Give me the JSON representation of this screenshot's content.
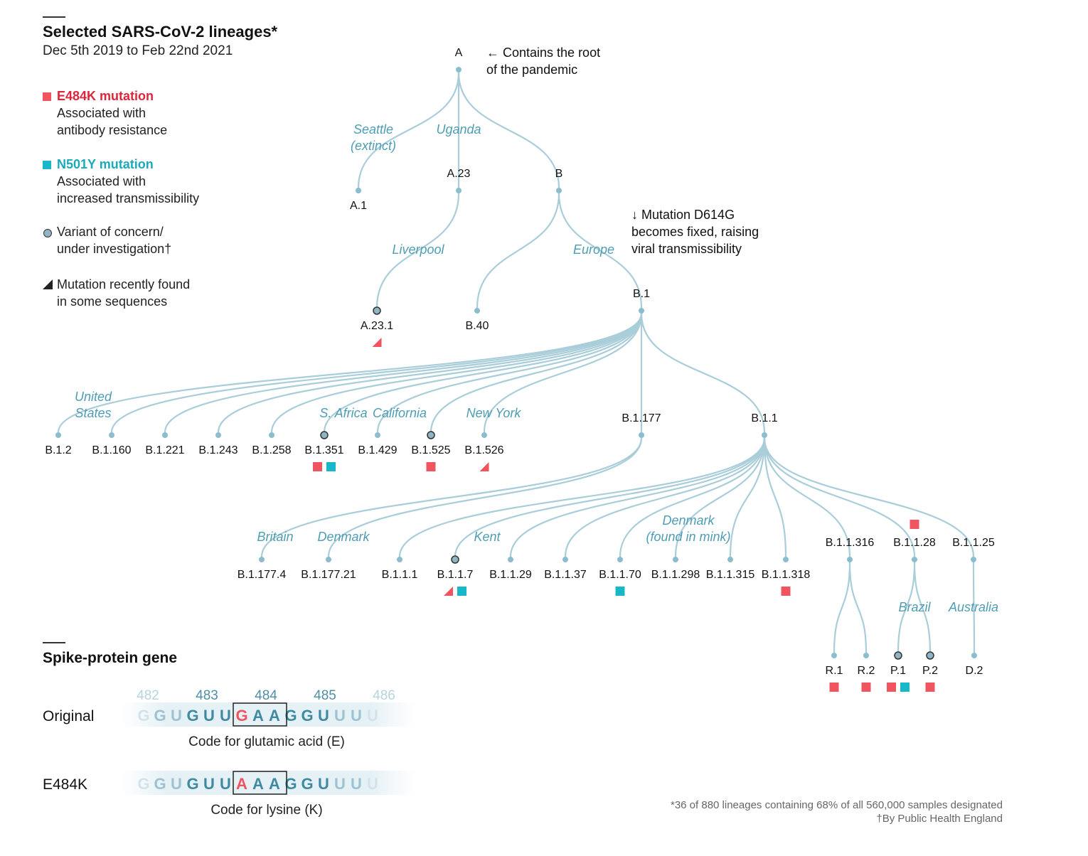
{
  "header": {
    "title": "Selected SARS-CoV-2 lineages*",
    "subtitle": "Dec 5th 2019 to Feb 22nd 2021"
  },
  "legend": {
    "e484k": {
      "title": "E484K mutation",
      "text1": "Associated with",
      "text2": "antibody resistance",
      "color": "#f0545f"
    },
    "n501y": {
      "title": "N501Y mutation",
      "text1": "Associated with",
      "text2": "increased transmissibility",
      "color": "#18b8c9"
    },
    "voc": {
      "text1": "Variant of concern/",
      "text2": "under investigation†"
    },
    "recent": {
      "text1": "Mutation recently found",
      "text2": "in some sequences"
    }
  },
  "annotations": {
    "root1": "← Contains the root",
    "root2": "of the pandemic",
    "d614g1": "↓ Mutation D614G",
    "d614g2": "becomes fixed, raising",
    "d614g3": "viral transmissibility"
  },
  "colors": {
    "branch": "#a9cdd9",
    "node": "#8bbdcf",
    "voc_fill": "#8fb5c4",
    "place": "#4f9db4",
    "red": "#f0545f",
    "teal": "#18b8c9"
  },
  "tree": {
    "nodes": [
      {
        "id": "A",
        "label": "A",
        "parent": null
      },
      {
        "id": "A.1",
        "label": "A.1",
        "parent": "A"
      },
      {
        "id": "A.23",
        "label": "A.23",
        "parent": "A"
      },
      {
        "id": "B",
        "label": "B",
        "parent": "A"
      },
      {
        "id": "A.23.1",
        "label": "A.23.1",
        "parent": "A.23",
        "voc": true,
        "marks": [
          "recent"
        ]
      },
      {
        "id": "B.40",
        "label": "B.40",
        "parent": "B"
      },
      {
        "id": "B.1",
        "label": "B.1",
        "parent": "B"
      },
      {
        "id": "B.1.2",
        "label": "B.1.2",
        "parent": "B.1"
      },
      {
        "id": "B.1.160",
        "label": "B.1.160",
        "parent": "B.1"
      },
      {
        "id": "B.1.221",
        "label": "B.1.221",
        "parent": "B.1"
      },
      {
        "id": "B.1.243",
        "label": "B.1.243",
        "parent": "B.1"
      },
      {
        "id": "B.1.258",
        "label": "B.1.258",
        "parent": "B.1"
      },
      {
        "id": "B.1.351",
        "label": "B.1.351",
        "parent": "B.1",
        "voc": true,
        "marks": [
          "e484k",
          "n501y"
        ]
      },
      {
        "id": "B.1.429",
        "label": "B.1.429",
        "parent": "B.1"
      },
      {
        "id": "B.1.525",
        "label": "B.1.525",
        "parent": "B.1",
        "voc": true,
        "marks": [
          "e484k"
        ]
      },
      {
        "id": "B.1.526",
        "label": "B.1.526",
        "parent": "B.1",
        "marks": [
          "recent"
        ]
      },
      {
        "id": "B.1.177",
        "label": "B.1.177",
        "parent": "B.1"
      },
      {
        "id": "B.1.1",
        "label": "B.1.1",
        "parent": "B.1"
      },
      {
        "id": "B.1.177.4",
        "label": "B.1.177.4",
        "parent": "B.1.177"
      },
      {
        "id": "B.1.177.21",
        "label": "B.1.177.21",
        "parent": "B.1.177"
      },
      {
        "id": "B.1.1.1",
        "label": "B.1.1.1",
        "parent": "B.1.1"
      },
      {
        "id": "B.1.1.7",
        "label": "B.1.1.7",
        "parent": "B.1.1",
        "voc": true,
        "marks": [
          "recent",
          "n501y"
        ]
      },
      {
        "id": "B.1.1.29",
        "label": "B.1.1.29",
        "parent": "B.1.1"
      },
      {
        "id": "B.1.1.37",
        "label": "B.1.1.37",
        "parent": "B.1.1"
      },
      {
        "id": "B.1.1.70",
        "label": "B.1.1.70",
        "parent": "B.1.1",
        "marks": [
          "n501y"
        ]
      },
      {
        "id": "B.1.1.298",
        "label": "B.1.1.298",
        "parent": "B.1.1"
      },
      {
        "id": "B.1.1.315",
        "label": "B.1.1.315",
        "parent": "B.1.1"
      },
      {
        "id": "B.1.1.318",
        "label": "B.1.1.318",
        "parent": "B.1.1",
        "marks": [
          "e484k"
        ]
      },
      {
        "id": "B.1.1.316",
        "label": "B.1.1.316",
        "parent": "B.1.1"
      },
      {
        "id": "B.1.1.28",
        "label": "B.1.1.28",
        "parent": "B.1.1",
        "marks_above": [
          "e484k"
        ]
      },
      {
        "id": "B.1.1.25",
        "label": "B.1.1.25",
        "parent": "B.1.1"
      },
      {
        "id": "R.1",
        "label": "R.1",
        "parent": "B.1.1.316",
        "marks": [
          "e484k"
        ]
      },
      {
        "id": "R.2",
        "label": "R.2",
        "parent": "B.1.1.316",
        "marks": [
          "e484k"
        ]
      },
      {
        "id": "P.1",
        "label": "P.1",
        "parent": "B.1.1.28",
        "voc": true,
        "marks": [
          "e484k",
          "n501y"
        ]
      },
      {
        "id": "P.2",
        "label": "P.2",
        "parent": "B.1.1.28",
        "voc": true,
        "marks": [
          "e484k"
        ]
      },
      {
        "id": "D.2",
        "label": "D.2",
        "parent": "B.1.1.25"
      }
    ],
    "places": [
      {
        "id": "seattle",
        "lines": [
          "Seattle",
          "(extinct)"
        ]
      },
      {
        "id": "uganda",
        "lines": [
          "Uganda"
        ]
      },
      {
        "id": "liverpool",
        "lines": [
          "Liverpool"
        ]
      },
      {
        "id": "europe",
        "lines": [
          "Europe"
        ]
      },
      {
        "id": "us",
        "lines": [
          "United",
          "States"
        ]
      },
      {
        "id": "safrica",
        "lines": [
          "S. Africa"
        ]
      },
      {
        "id": "california",
        "lines": [
          "California"
        ]
      },
      {
        "id": "newyork",
        "lines": [
          "New York"
        ]
      },
      {
        "id": "britain",
        "lines": [
          "Britain"
        ]
      },
      {
        "id": "denmark1",
        "lines": [
          "Denmark"
        ]
      },
      {
        "id": "kent",
        "lines": [
          "Kent"
        ]
      },
      {
        "id": "denmark2",
        "lines": [
          "Denmark",
          "(found in mink)"
        ]
      },
      {
        "id": "brazil",
        "lines": [
          "Brazil"
        ]
      },
      {
        "id": "australia",
        "lines": [
          "Australia"
        ]
      }
    ]
  },
  "gene": {
    "title": "Spike-protein gene",
    "positions": [
      "482",
      "483",
      "484",
      "485",
      "486"
    ],
    "rows": [
      {
        "label": "Original",
        "letters": [
          "G",
          "G",
          "U",
          "G",
          "U",
          "U",
          "G",
          "A",
          "A",
          "G",
          "G",
          "U",
          "U",
          "U",
          "U"
        ],
        "caption": "Code for glutamic acid (E)"
      },
      {
        "label": "E484K",
        "letters": [
          "G",
          "G",
          "U",
          "G",
          "U",
          "U",
          "A",
          "A",
          "A",
          "G",
          "G",
          "U",
          "U",
          "U",
          "U"
        ],
        "caption": "Code for lysine (K)"
      }
    ]
  },
  "footnotes": {
    "line1": "*36 of 880 lineages containing 68% of all 560,000 samples designated",
    "line2": "†By Public Health England"
  }
}
